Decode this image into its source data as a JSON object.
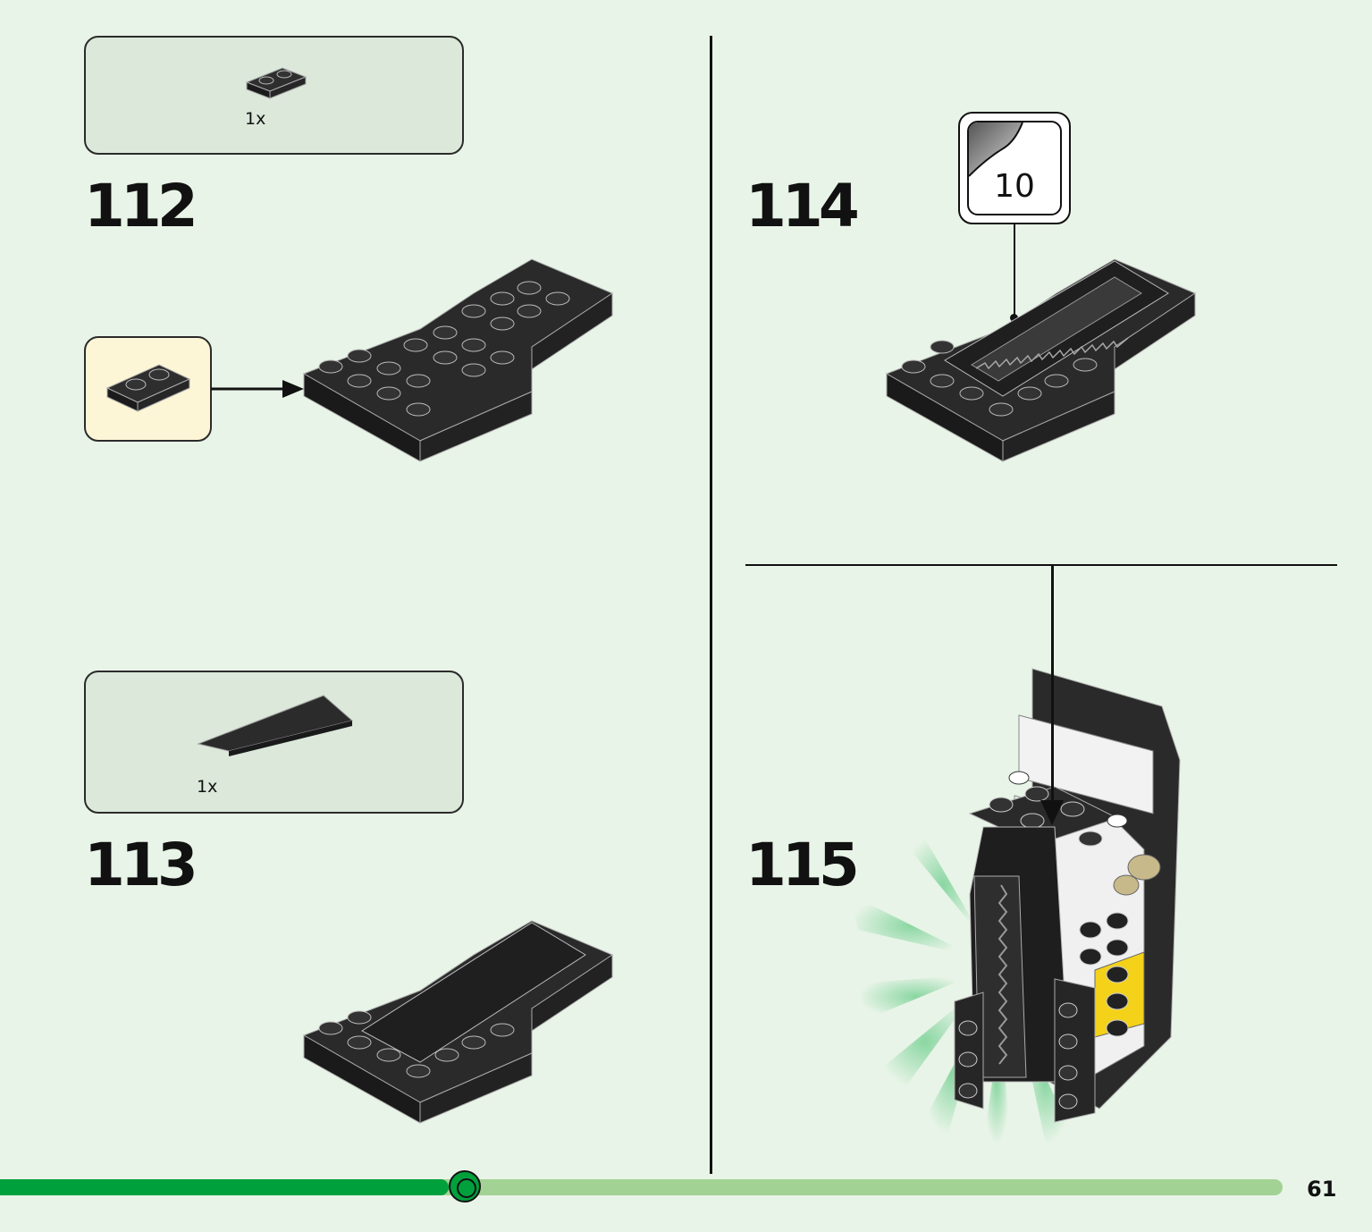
{
  "page": {
    "number": "61",
    "progress": 0.35,
    "accent_color": "#00a03c",
    "track_color": "#a3d394"
  },
  "steps": [
    {
      "number": "112",
      "parts": [
        {
          "qty": "1x",
          "name": "black-plate-1x2-icon"
        }
      ]
    },
    {
      "number": "113",
      "parts": [
        {
          "qty": "1x",
          "name": "black-tile-2x6-icon"
        }
      ]
    },
    {
      "number": "114",
      "sticker": {
        "number": "10"
      }
    },
    {
      "number": "115"
    }
  ]
}
